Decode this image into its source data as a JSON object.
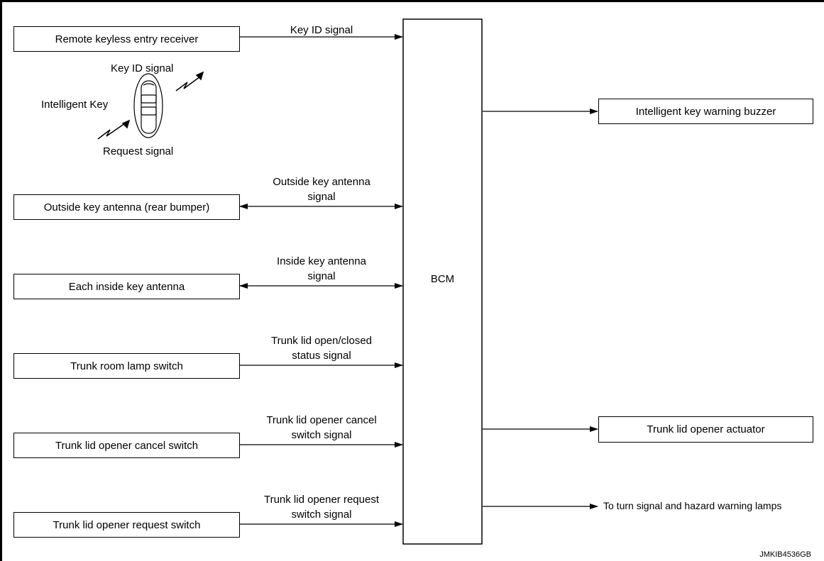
{
  "bcm": {
    "label": "BCM"
  },
  "inputs": [
    {
      "box": "Remote keyless entry receiver",
      "signal": [
        "Key ID signal"
      ]
    },
    {
      "box": "Outside key antenna (rear bumper)",
      "signal": [
        "Outside key antenna",
        "signal"
      ]
    },
    {
      "box": "Each inside key antenna",
      "signal": [
        "Inside key antenna",
        "signal"
      ]
    },
    {
      "box": "Trunk room lamp switch",
      "signal": [
        "Trunk lid open/closed",
        "status signal"
      ]
    },
    {
      "box": "Trunk lid opener cancel switch",
      "signal": [
        "Trunk lid opener cancel",
        "switch signal"
      ]
    },
    {
      "box": "Trunk lid opener request switch",
      "signal": [
        "Trunk lid opener request",
        "switch signal"
      ]
    }
  ],
  "intelligent_key": {
    "label": "Intelligent Key",
    "key_id_signal": "Key ID signal",
    "request_signal": "Request signal"
  },
  "outputs": [
    {
      "box": "Intelligent key warning buzzer"
    },
    {
      "box": "Trunk lid opener actuator"
    },
    {
      "text": "To turn signal and hazard warning lamps"
    }
  ],
  "figure_code": "JMKIB4536GB"
}
